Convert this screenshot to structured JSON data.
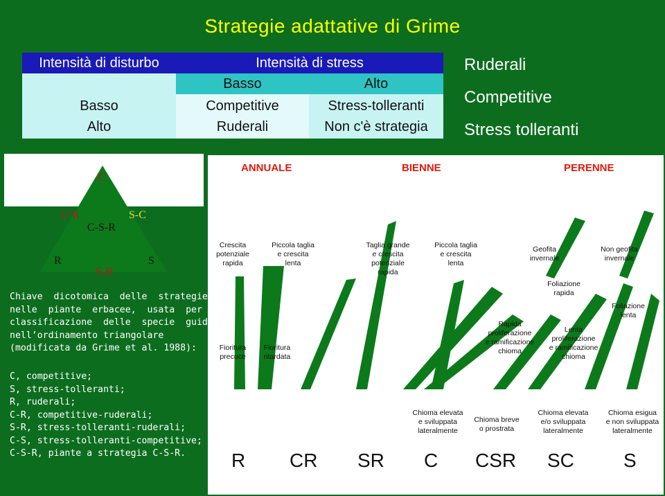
{
  "title": "Strategie adattative di Grime",
  "table": {
    "col_header_left": "Intensità di disturbo",
    "col_header_right": "Intensità di stress",
    "stress_low": "Basso",
    "stress_high": "Alto",
    "rows": [
      {
        "label": "Basso",
        "low": "Competitive",
        "high": "Stress-tolleranti"
      },
      {
        "label": "Alto",
        "low": "Ruderali",
        "high": "Non c'è strategia"
      }
    ]
  },
  "legend": [
    "Ruderali",
    "Competitive",
    "Stress tolleranti"
  ],
  "triangle": {
    "top": "C",
    "cr": "C-R",
    "sc": "S-C",
    "csr": "C-S-R",
    "r": "R",
    "s": "S",
    "sr": "S-R"
  },
  "description": "Chiave  dicotomica  delle  strategie\nnelle  piante  erbacee,  usata  per  la\nclassificazione  delle  specie  guida\nnell’ordinamento triangolare\n(modificata da Grime et al. 1988):",
  "abbreviations": "C, competitive;\nS, stress-tolleranti;\nR, ruderali;\nC-R, competitive-ruderali;\nS-R, stress-tolleranti-ruderali;\nC-S, stress-tolleranti-competitive;\nC-S-R, piante a strategia C-S-R.",
  "tree": {
    "annuale": "ANNUALE",
    "bienne": "BIENNE",
    "perenne": "PERENNE",
    "notes": {
      "crescita_rapida": "Crescita\npotenziale\nrapida",
      "piccola_lenta_1": "Piccola taglia\ne crescita\nlenta",
      "taglia_grande": "Taglia grande\ne crescita\npotenziale\nrapida",
      "piccola_lenta_2": "Piccola taglia\ne crescita\nlenta",
      "geofita": "Geofita\ninvernale",
      "non_geofita": "Non geofita\ninvernale",
      "foliazione_rapida": "Foliazione\nrapida",
      "foliazione_lenta": "Foliazione\nlenta",
      "fioritura_precoce": "Fioritura\nprecoce",
      "fioritura_ritardata": "Fioritura\nritardata",
      "rapida_prolif": "Rapida\nproliferazione\ne ramificazione\nchioma",
      "lenta_prolif": "Lenta\nproliferazione\ne ramificazione\nchioma",
      "chioma_elevata_1": "Chioma elevata\ne sviluppata\nlateralmente",
      "chioma_breve": "Chioma breve\no prostrata",
      "chioma_elevata_2": "Chioma elevata\ne/o sviluppata\nlateralmente",
      "chioma_esigua": "Chioma esigua\ne non sviluppata\nlateralmente"
    },
    "strategies": [
      "R",
      "CR",
      "SR",
      "C",
      "CSR",
      "SC",
      "S"
    ]
  },
  "colors": {
    "background": "#0d6d1f",
    "title": "#ffff00",
    "header_bar": "#1a1ab8",
    "stress_header": "#2ec4c4",
    "row_cells": "#c8f3f3",
    "branch": "#0c7a1b",
    "life_label": "#e0190e"
  }
}
